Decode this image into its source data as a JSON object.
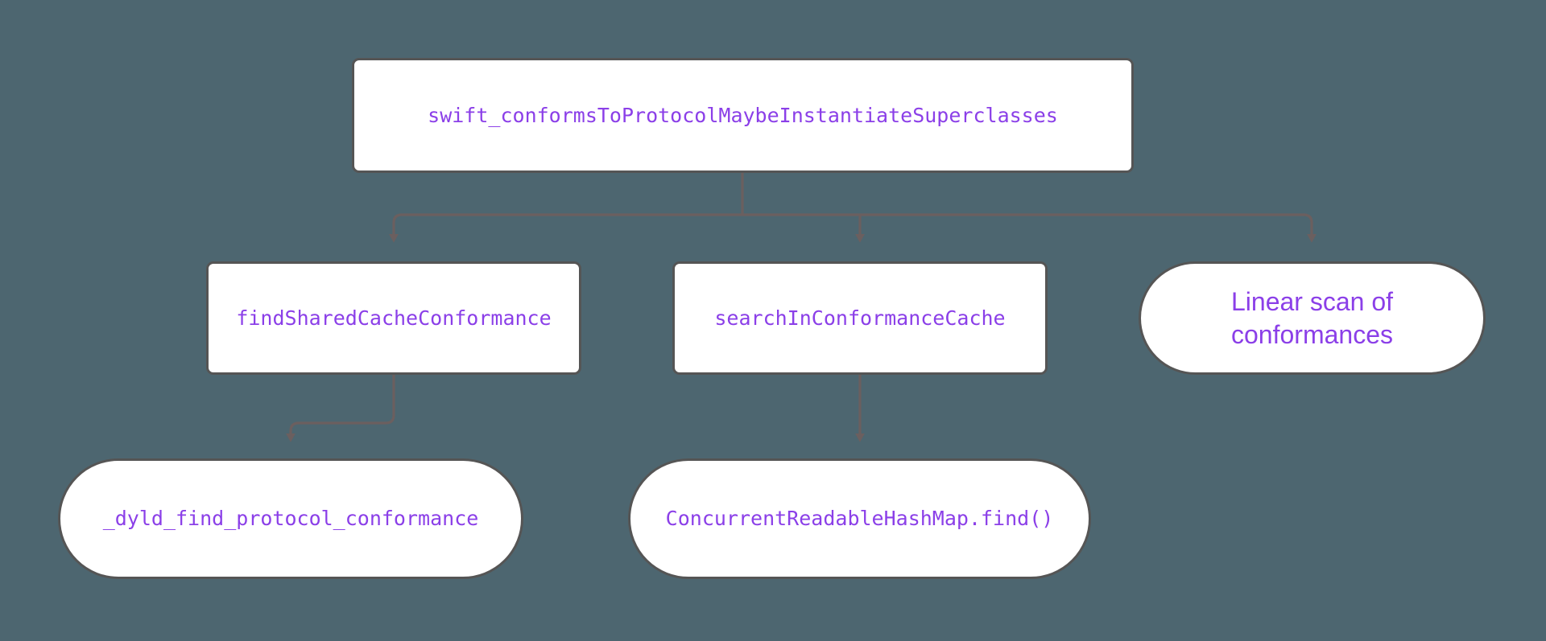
{
  "diagram": {
    "type": "flowchart",
    "direction": "top-down",
    "background_color": "#4d6670",
    "node_fill_color": "#ffffff",
    "node_border_color": "#555555",
    "node_text_color": "#8B3FE8",
    "edge_color": "#6b5f5f",
    "nodes": [
      {
        "id": "root",
        "label": "swift_conformsToProtocolMaybeInstantiateSuperclasses",
        "shape": "rounded-rectangle",
        "font": "monospace",
        "row": 1
      },
      {
        "id": "findshared",
        "label": "findSharedCacheConformance",
        "shape": "rounded-rectangle",
        "font": "monospace",
        "row": 2
      },
      {
        "id": "searchcache",
        "label": "searchInConformanceCache",
        "shape": "rounded-rectangle",
        "font": "monospace",
        "row": 2
      },
      {
        "id": "linearscan",
        "label": "Linear scan of\nconformances",
        "shape": "stadium",
        "font": "sans-serif",
        "row": 2
      },
      {
        "id": "dyldfind",
        "label": "_dyld_find_protocol_conformance",
        "shape": "stadium",
        "font": "monospace",
        "row": 3
      },
      {
        "id": "hashmapfind",
        "label": "ConcurrentReadableHashMap.find()",
        "shape": "stadium",
        "font": "monospace",
        "row": 3
      }
    ],
    "edges": [
      {
        "id": "root-to-findshared",
        "from": "root",
        "to": "findshared",
        "style": "orthogonal",
        "arrow": "solid-triangle"
      },
      {
        "id": "root-to-searchcache",
        "from": "root",
        "to": "searchcache",
        "style": "orthogonal",
        "arrow": "solid-triangle"
      },
      {
        "id": "root-to-linearscan",
        "from": "root",
        "to": "linearscan",
        "style": "orthogonal",
        "arrow": "solid-triangle"
      },
      {
        "id": "findshared-to-dyldfind",
        "from": "findshared",
        "to": "dyldfind",
        "style": "orthogonal",
        "arrow": "solid-triangle"
      },
      {
        "id": "searchcache-to-hashmapfind",
        "from": "searchcache",
        "to": "hashmapfind",
        "style": "straight",
        "arrow": "solid-triangle"
      }
    ]
  }
}
